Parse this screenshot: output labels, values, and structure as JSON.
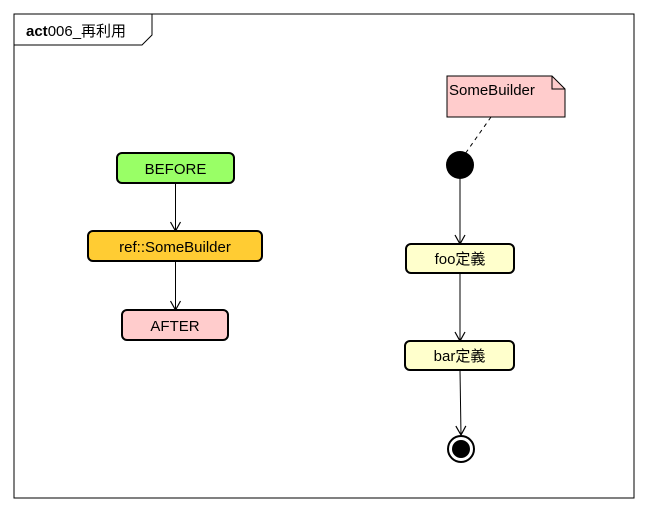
{
  "frame": {
    "title_keyword": "act",
    "title_name": "006_再利用"
  },
  "left_flow": {
    "before": {
      "label": "BEFORE",
      "color": "#99ff66"
    },
    "ref": {
      "label": "ref::SomeBuilder",
      "color": "#ffcc33"
    },
    "after": {
      "label": "AFTER",
      "color": "#ffcccc"
    }
  },
  "right_flow": {
    "note": {
      "label": "SomeBuilder",
      "color": "#ffcccc"
    },
    "foo": {
      "label": "foo定義",
      "color": "#ffffcc"
    },
    "bar": {
      "label": "bar定義",
      "color": "#ffffcc"
    }
  }
}
